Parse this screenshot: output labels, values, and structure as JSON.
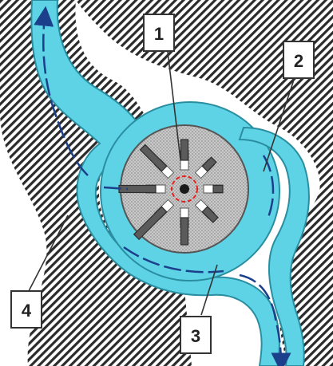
{
  "diagram": {
    "callouts": [
      {
        "id": "callout-1",
        "label": "1"
      },
      {
        "id": "callout-2",
        "label": "2"
      },
      {
        "id": "callout-3",
        "label": "3"
      },
      {
        "id": "callout-4",
        "label": "4"
      }
    ],
    "colors": {
      "fluid": "#5ed3e6",
      "fluid_edge": "#2a8ea0",
      "flow_arrow": "#1b3f8a",
      "hatch": "#2b2b2b",
      "rotor_dots": "#8f8f8f",
      "vane": "#5b5b5b",
      "axis_mark": "#e0201b"
    }
  }
}
